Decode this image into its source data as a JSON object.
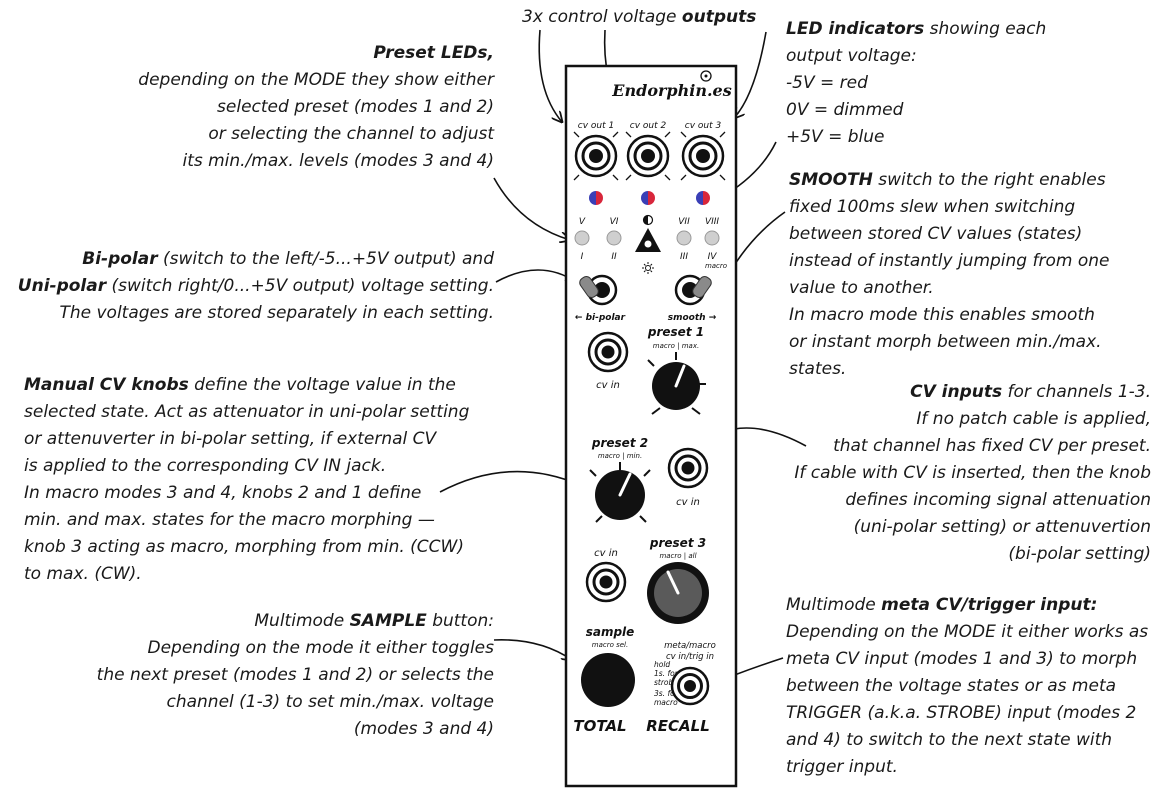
{
  "annotations": {
    "outputs": {
      "pre": "3x control voltage ",
      "bold": "outputs"
    },
    "led_ind": {
      "bold": "LED indicators",
      "rest": " showing each",
      "l2": "output voltage:",
      "l3": "-5V = red",
      "l4": "0V = dimmed",
      "l5": "+5V = blue"
    },
    "preset_leds": {
      "bold": "Preset LEDs,",
      "l2": "depending on the MODE they show either",
      "l3": "selected preset (modes 1 and 2)",
      "l4": "or selecting the channel to adjust",
      "l5": "its min./max. levels (modes 3 and 4)"
    },
    "smooth": {
      "bold": "SMOOTH",
      "l1": " switch to the right enables",
      "l2": "fixed 100ms slew when switching",
      "l3": "between stored CV values (states)",
      "l4": "instead of instantly  jumping from one",
      "l5": "value to another.",
      "l6": "In macro mode this enables smooth",
      "l7": "or instant morph between min./max.",
      "l8": "states."
    },
    "bipolar": {
      "b1": "Bi-polar",
      "l1": " (switch to the left/-5...+5V output) and",
      "b2": "Uni-polar",
      "l2": " (switch right/0...+5V output) voltage setting.",
      "l3": "The voltages are stored separately in each setting."
    },
    "knobs": {
      "bold": "Manual CV knobs",
      "l1": " define the voltage value in the",
      "l2": "selected state. Act as attenuator in uni-polar setting",
      "l3": "or attenuverter in bi-polar setting, if external CV",
      "l4": "is applied to the corresponding CV IN jack.",
      "l5": "In macro modes 3 and 4, knobs 2 and 1 define",
      "l6": "min. and max. states for the macro morphing —",
      "l7": "knob 3 acting as macro, morphing from min. (CCW)",
      "l8": "to max. (CW)."
    },
    "cvin": {
      "bold": "CV inputs",
      "l1": " for channels 1-3.",
      "l2": "If no patch cable is applied,",
      "l3": "that channel  has fixed CV per preset.",
      "l4": "If cable with CV is inserted, then the knob",
      "l5": "defines incoming signal attenuation",
      "l6": "(uni-polar setting) or attenuvertion",
      "l7": "(bi-polar setting)"
    },
    "sample": {
      "pre": "Multimode ",
      "bold": "SAMPLE",
      "post": " button:",
      "l2": "Depending on the mode it either toggles",
      "l3": "the next preset (modes 1 and 2) or selects the",
      "l4": "channel (1-3) to set min./max. voltage",
      "l5": "(modes 3 and 4)"
    },
    "meta": {
      "pre": "Multimode ",
      "bold": "meta CV/trigger input:",
      "l2": "Depending on the MODE it either works as",
      "l3": "meta CV input (modes 1 and 3) to morph",
      "l4": "between the voltage states or as meta",
      "l5": "TRIGGER (a.k.a. STROBE) input (modes 2",
      "l6": "and 4) to switch to the next state with",
      "l7": "trigger input."
    }
  },
  "panel": {
    "brand": "Endorphin.es",
    "cv_out_1": "cv out 1",
    "cv_out_2": "cv out 2",
    "cv_out_3": "cv out 3",
    "led_top": [
      "V",
      "VI",
      "VII",
      "VIII"
    ],
    "led_bottom": [
      "I",
      "II",
      "III",
      "IV"
    ],
    "macro_small": "macro",
    "bipolar_label": "← bi-polar",
    "smooth_label": "smooth →",
    "preset1": "preset 1",
    "preset1_sub": "macro | max.",
    "preset2": "preset 2",
    "preset2_sub": "macro | min.",
    "preset3": "preset 3",
    "preset3_sub": "macro | all",
    "cv_in": "cv in",
    "sample": "sample",
    "sample_sub": "macro sel.",
    "hold1": "hold",
    "hold2": "1s. for",
    "hold3": "strobe",
    "hold4": "3s. for",
    "hold5": "macro",
    "meta1": "meta/macro",
    "meta2": "cv in/trig in",
    "total": "TOTAL",
    "recall": "RECALL"
  }
}
